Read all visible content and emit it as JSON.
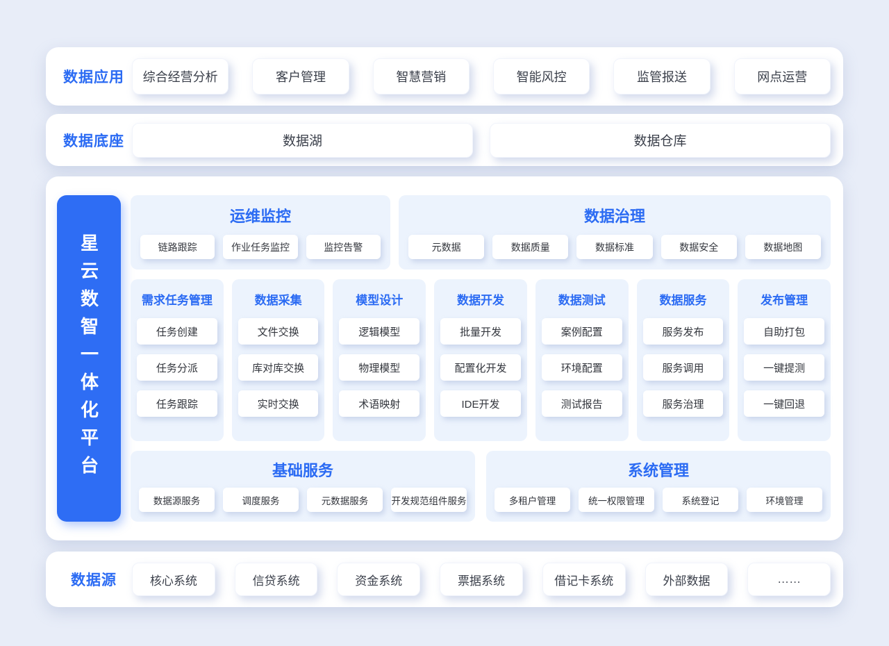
{
  "colors": {
    "background": "#e8edf8",
    "accent": "#2b6bf3",
    "platform_pill": "#2e6df4",
    "panel_bg": "#ecf3fd"
  },
  "app_row": {
    "label": "数据应用",
    "items": [
      "综合经营分析",
      "客户管理",
      "智慧营销",
      "智能风控",
      "监管报送",
      "网点运营"
    ]
  },
  "base_row": {
    "label": "数据底座",
    "items": [
      "数据湖",
      "数据仓库"
    ]
  },
  "platform": {
    "vertical_label": "星云数智一体化平台",
    "top_panels": [
      {
        "title": "运维监控",
        "chips": [
          "链路跟踪",
          "作业任务监控",
          "监控告警"
        ]
      },
      {
        "title": "数据治理",
        "chips": [
          "元数据",
          "数据质量",
          "数据标准",
          "数据安全",
          "数据地图"
        ]
      }
    ],
    "columns": [
      {
        "title": "需求任务管理",
        "chips": [
          "任务创建",
          "任务分派",
          "任务跟踪"
        ]
      },
      {
        "title": "数据采集",
        "chips": [
          "文件交换",
          "库对库交换",
          "实时交换"
        ]
      },
      {
        "title": "模型设计",
        "chips": [
          "逻辑模型",
          "物理模型",
          "术语映射"
        ]
      },
      {
        "title": "数据开发",
        "chips": [
          "批量开发",
          "配置化开发",
          "IDE开发"
        ]
      },
      {
        "title": "数据测试",
        "chips": [
          "案例配置",
          "环境配置",
          "测试报告"
        ]
      },
      {
        "title": "数据服务",
        "chips": [
          "服务发布",
          "服务调用",
          "服务治理"
        ]
      },
      {
        "title": "发布管理",
        "chips": [
          "自助打包",
          "一键提测",
          "一键回退"
        ]
      }
    ],
    "bottom_panels": [
      {
        "title": "基础服务",
        "chips": [
          "数据源服务",
          "调度服务",
          "元数据服务",
          "开发规范组件服务"
        ]
      },
      {
        "title": "系统管理",
        "chips": [
          "多租户管理",
          "统一权限管理",
          "系统登记",
          "环境管理"
        ]
      }
    ]
  },
  "source_row": {
    "label": "数据源",
    "items": [
      "核心系统",
      "信贷系统",
      "资金系统",
      "票据系统",
      "借记卡系统",
      "外部数据",
      "……"
    ]
  }
}
